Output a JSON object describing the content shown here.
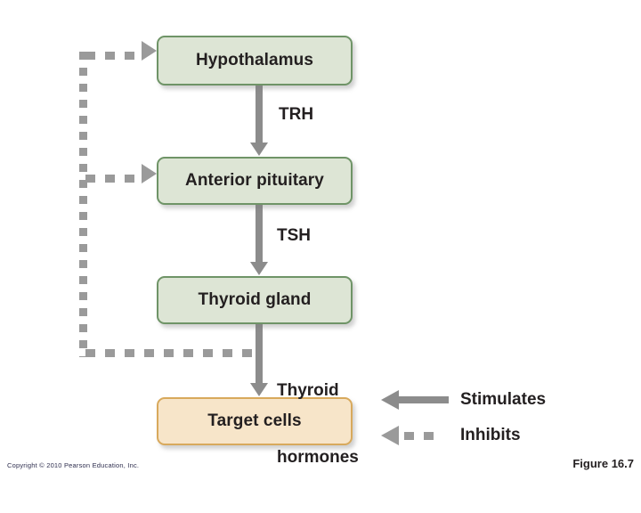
{
  "figure": {
    "title_label": "Figure 16.7",
    "copyright": "Copyright © 2010 Pearson Education, Inc."
  },
  "nodes": [
    {
      "id": "hypothalamus",
      "label": "Hypothalamus",
      "fill": "#dde5d5",
      "border": "#6f9467"
    },
    {
      "id": "anterior-pituitary",
      "label": "Anterior pituitary",
      "fill": "#dde5d5",
      "border": "#6f9467"
    },
    {
      "id": "thyroid-gland",
      "label": "Thyroid gland",
      "fill": "#dde5d5",
      "border": "#6f9467"
    },
    {
      "id": "target-cells",
      "label": "Target cells",
      "fill": "#f7e5c9",
      "border": "#d8a95c"
    }
  ],
  "pathway_labels": {
    "trh": "TRH",
    "tsh": "TSH",
    "thyroid_hormones_line1": "Thyroid",
    "thyroid_hormones_line2": "hormones"
  },
  "legend": {
    "items": [
      {
        "id": "stimulates",
        "label": "Stimulates",
        "style": "solid-arrow",
        "color": "#8c8c8c"
      },
      {
        "id": "inhibits",
        "label": "Inhibits",
        "style": "dashed-arrow",
        "color": "#9a9a9a"
      }
    ]
  },
  "colors": {
    "arrow_gray": "#8c8c8c",
    "dash_gray": "#9a9a9a",
    "text": "#231f20",
    "background": "#ffffff"
  }
}
